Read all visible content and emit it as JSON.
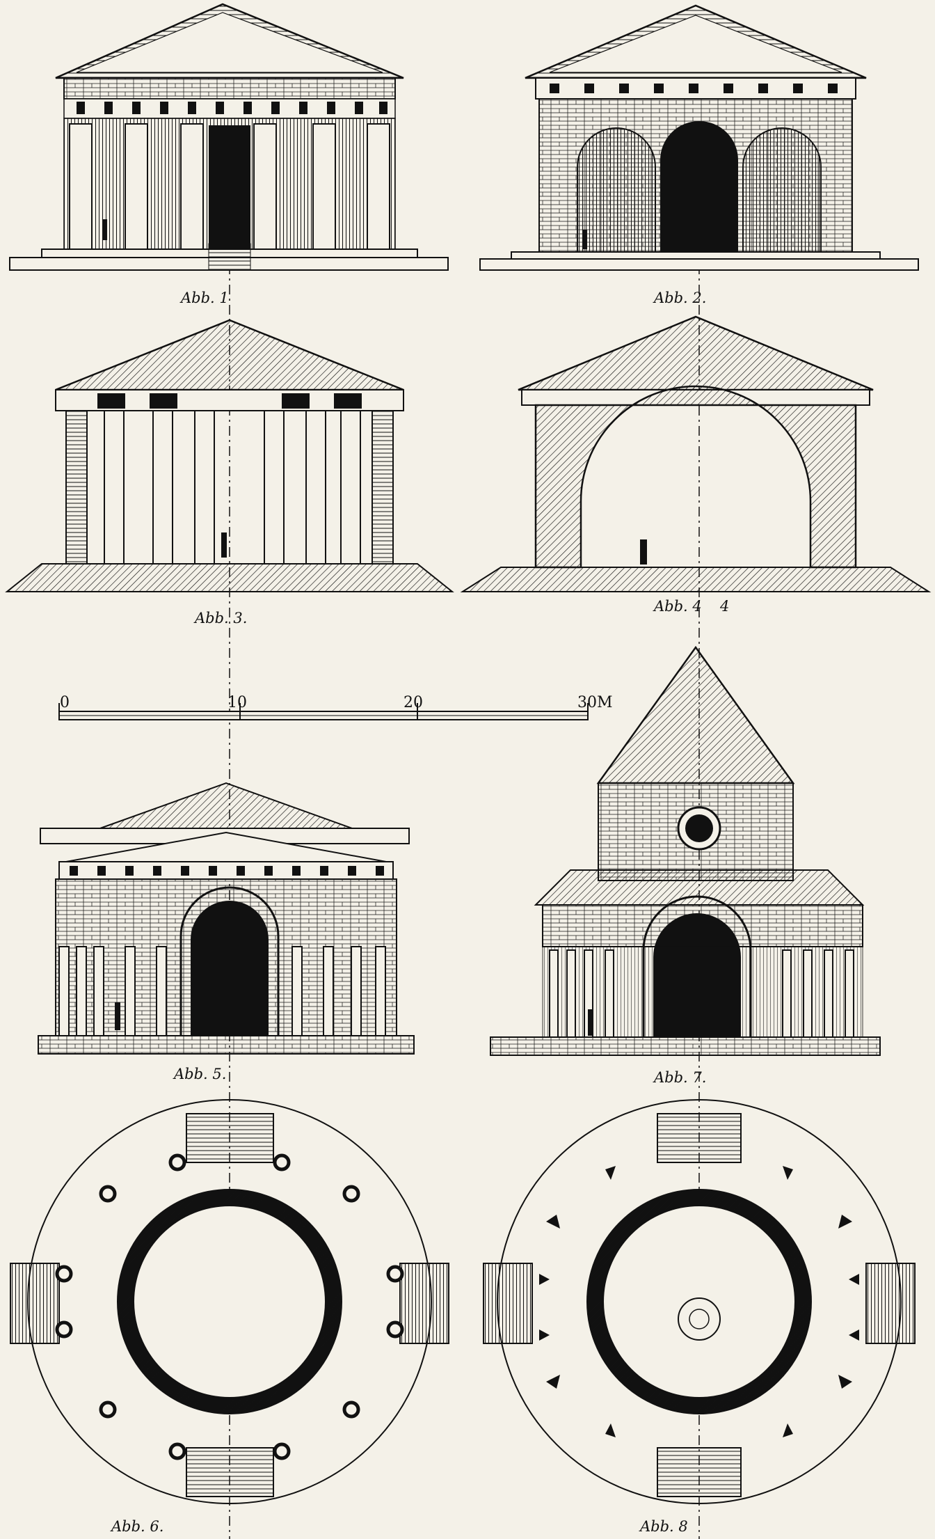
{
  "captions": {
    "fig1": "Abb. 1",
    "fig2": "Abb. 2.",
    "fig3": "Abb. 3.",
    "fig4": "Abb. 4",
    "fig5": "Abb. 5.",
    "fig6": "Abb. 6.",
    "fig7": "Abb. 7.",
    "fig8": "Abb. 8"
  },
  "scale_bar": {
    "ticks": [
      "0",
      "10",
      "20",
      "30M"
    ]
  },
  "colors": {
    "ink": "#111111",
    "paper": "#f4f1e8"
  }
}
